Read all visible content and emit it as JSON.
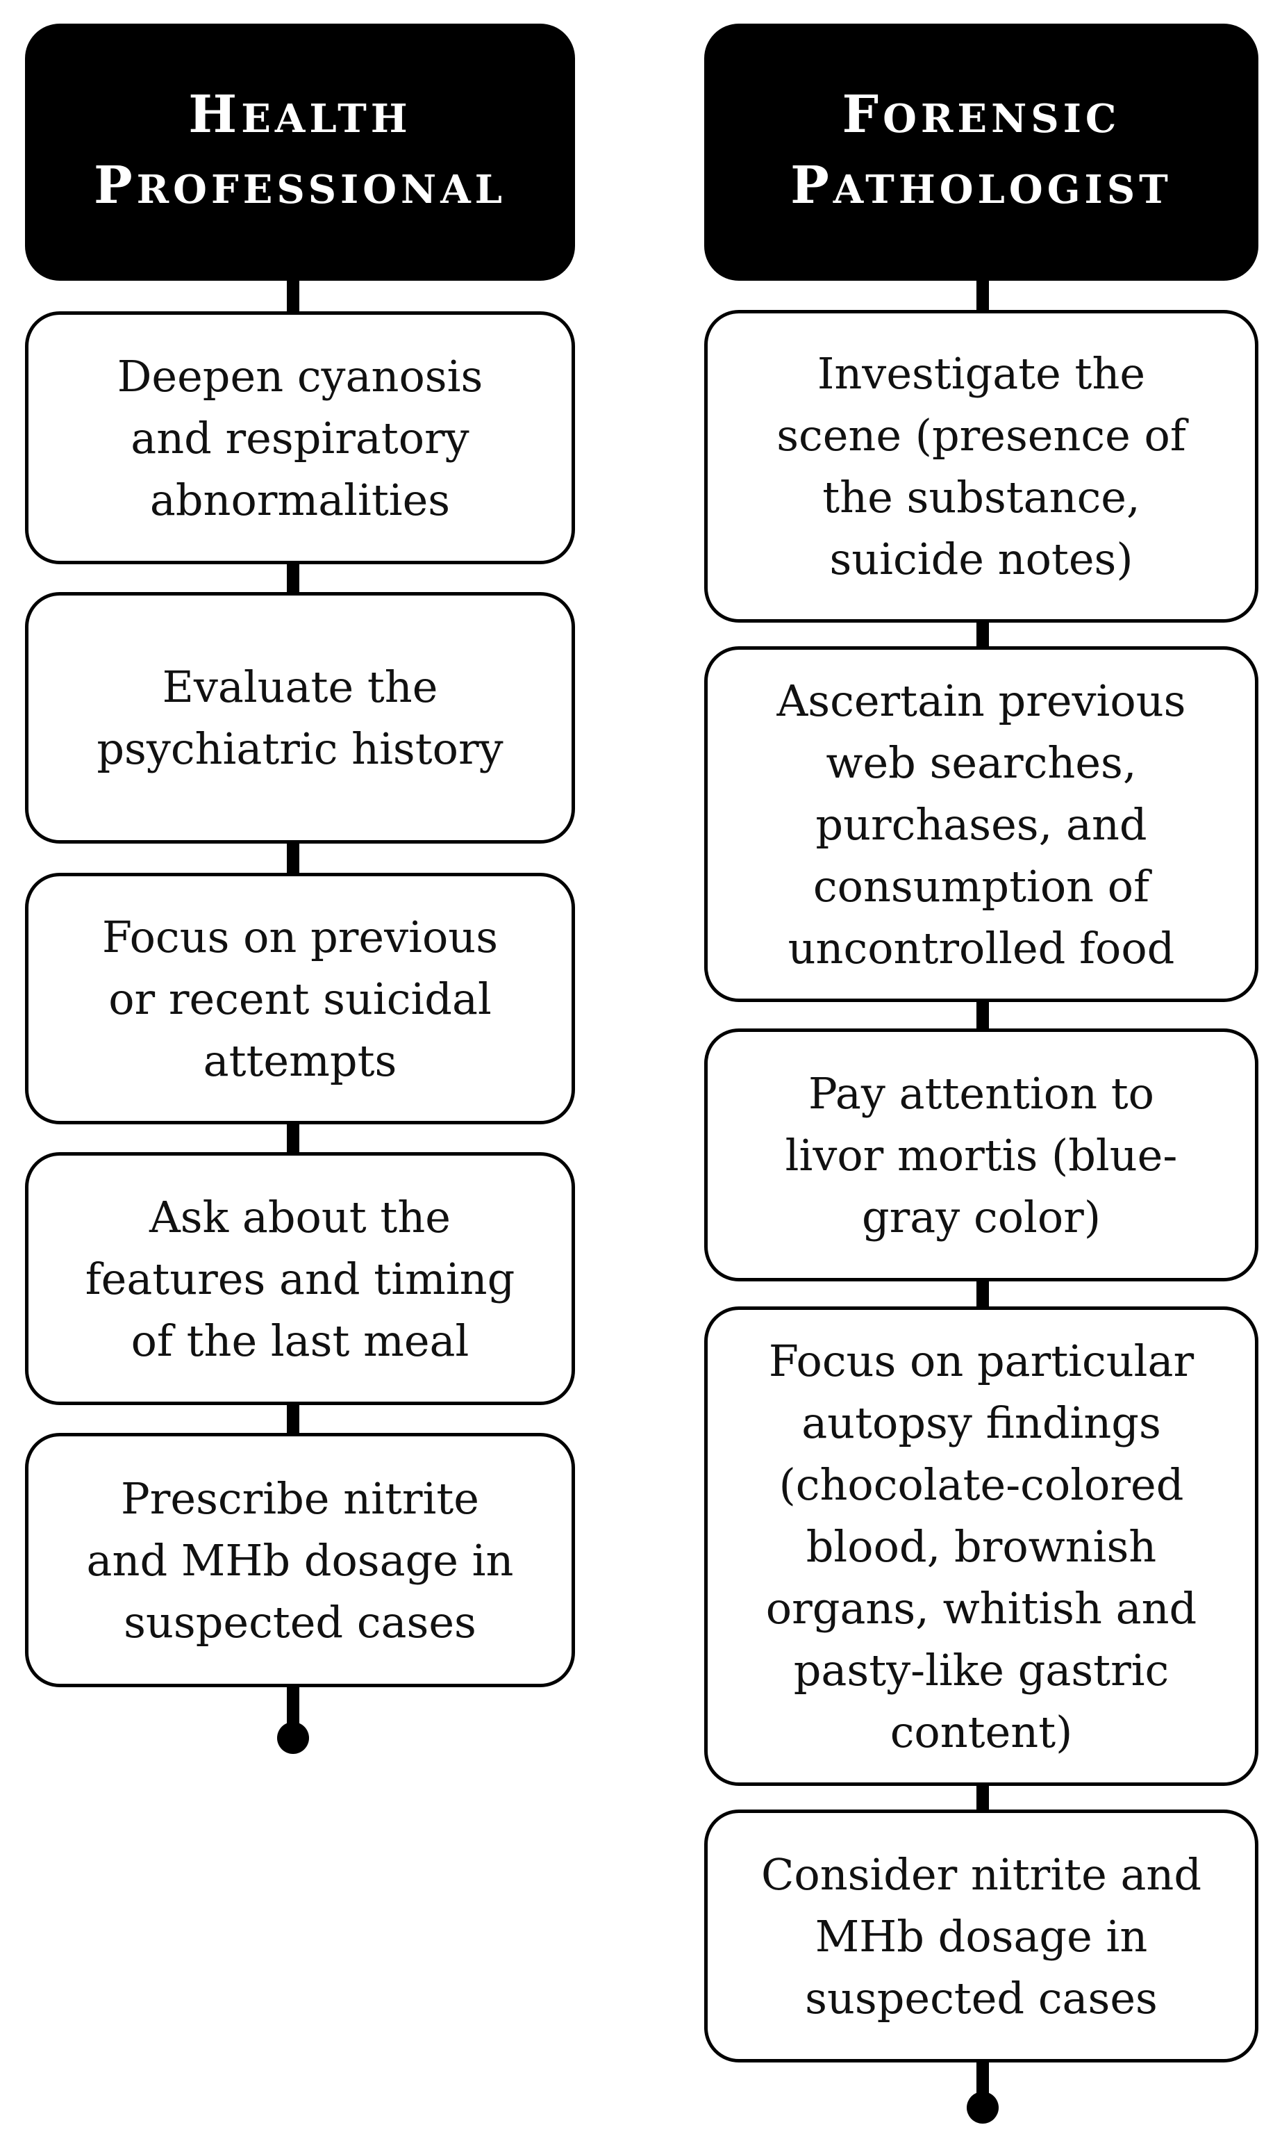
{
  "left_column": {
    "header": {
      "line1": "Health",
      "line2": "professional"
    },
    "steps": [
      "Deepen cyanosis\nand respiratory\nabnormalities",
      "Evaluate the\npsychiatric history",
      "Focus on previous\nor recent suicidal\nattempts",
      "Ask about the\nfeatures and timing\nof the last meal",
      "Prescribe nitrite\nand MHb dosage in\nsuspected cases"
    ]
  },
  "right_column": {
    "header": {
      "line1": "Forensic",
      "line2": "pathologist"
    },
    "steps": [
      "Investigate the\nscene (presence of\nthe substance,\nsuicide notes)",
      "Ascertain previous\nweb searches,\npurchases, and\nconsumption of\nuncontrolled food",
      "Pay attention to\nlivor mortis (blue-\ngray color)",
      "Focus on particular\nautopsy findings\n(chocolate-colored\nblood, brownish\norgans, whitish and\npasty-like gastric\ncontent)",
      "Consider nitrite and\nMHb dosage in\nsuspected cases"
    ]
  },
  "colors": {
    "header_bg": "#000000",
    "header_text": "#ffffff",
    "box_border": "#000000",
    "box_bg": "#ffffff",
    "connector": "#000000"
  }
}
